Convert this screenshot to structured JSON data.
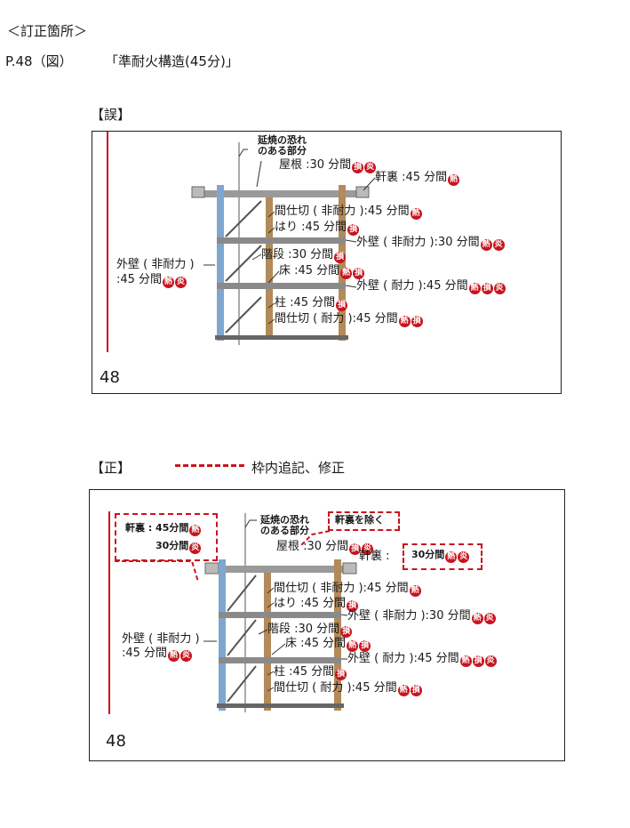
{
  "header": {
    "title": "＜訂正箇所＞",
    "ref_page": "P.48（図）",
    "ref_title": "「準耐火構造(45分)」"
  },
  "wrong": {
    "tag": "【誤】",
    "page_no": "48",
    "labels": {
      "enshou": "延焼の恐れ",
      "enshou2": "のある部分",
      "yane": "屋根 :30 分間",
      "nokiura": "軒裏 :45 分間",
      "majikiri_hi": "間仕切 ( 非耐力 ):45 分間",
      "hari": "はり :45 分間",
      "gaiheki_hi_r": "外壁 ( 非耐力 ):30 分間",
      "kaidan": "階段 :30 分間",
      "yuka": "床 :45 分間",
      "gaiheki_tai": "外壁 ( 耐力 ):45 分間",
      "hashira": "柱 :45 分間",
      "majikiri_tai": "間仕切 ( 耐力 ):45 分間",
      "gaiheki_hi_l1": "外壁 ( 非耐力 )",
      "gaiheki_hi_l2": ":45 分間"
    }
  },
  "correct": {
    "tag": "【正】",
    "legend_text": "枠内追記、修正",
    "page_no": "48",
    "box_nokiura": "軒裏 : 45分間",
    "box_30": "30分間",
    "nokiura_remove": "軒裏を除く",
    "nokiura_new": "30分間",
    "labels": {
      "enshou": "延焼の恐れ",
      "enshou2": "のある部分",
      "yane": "屋根 :30 分間",
      "nokiura": "軒裏 :",
      "majikiri_hi": "間仕切 ( 非耐力 ):45 分間",
      "hari": "はり :45 分間",
      "gaiheki_hi_r": "外壁 ( 非耐力 ):30 分間",
      "kaidan": "階段 :30 分間",
      "yuka": "床 :45 分間",
      "gaiheki_tai": "外壁 ( 耐力 ):45 分間",
      "hashira": "柱 :45 分間",
      "majikiri_tai": "間仕切 ( 耐力 ):45 分間",
      "gaiheki_hi_l1": "外壁 ( 非耐力 )",
      "gaiheki_hi_l2": ":45 分間"
    }
  },
  "badges": {
    "netsu": "熱",
    "son": "損",
    "en": "炎"
  },
  "colors": {
    "accent_red": "#c8141e",
    "steel_blue": "#7fa6cf",
    "frame_gray": "#8a8a8a",
    "beam_tan": "#b38a5a"
  }
}
